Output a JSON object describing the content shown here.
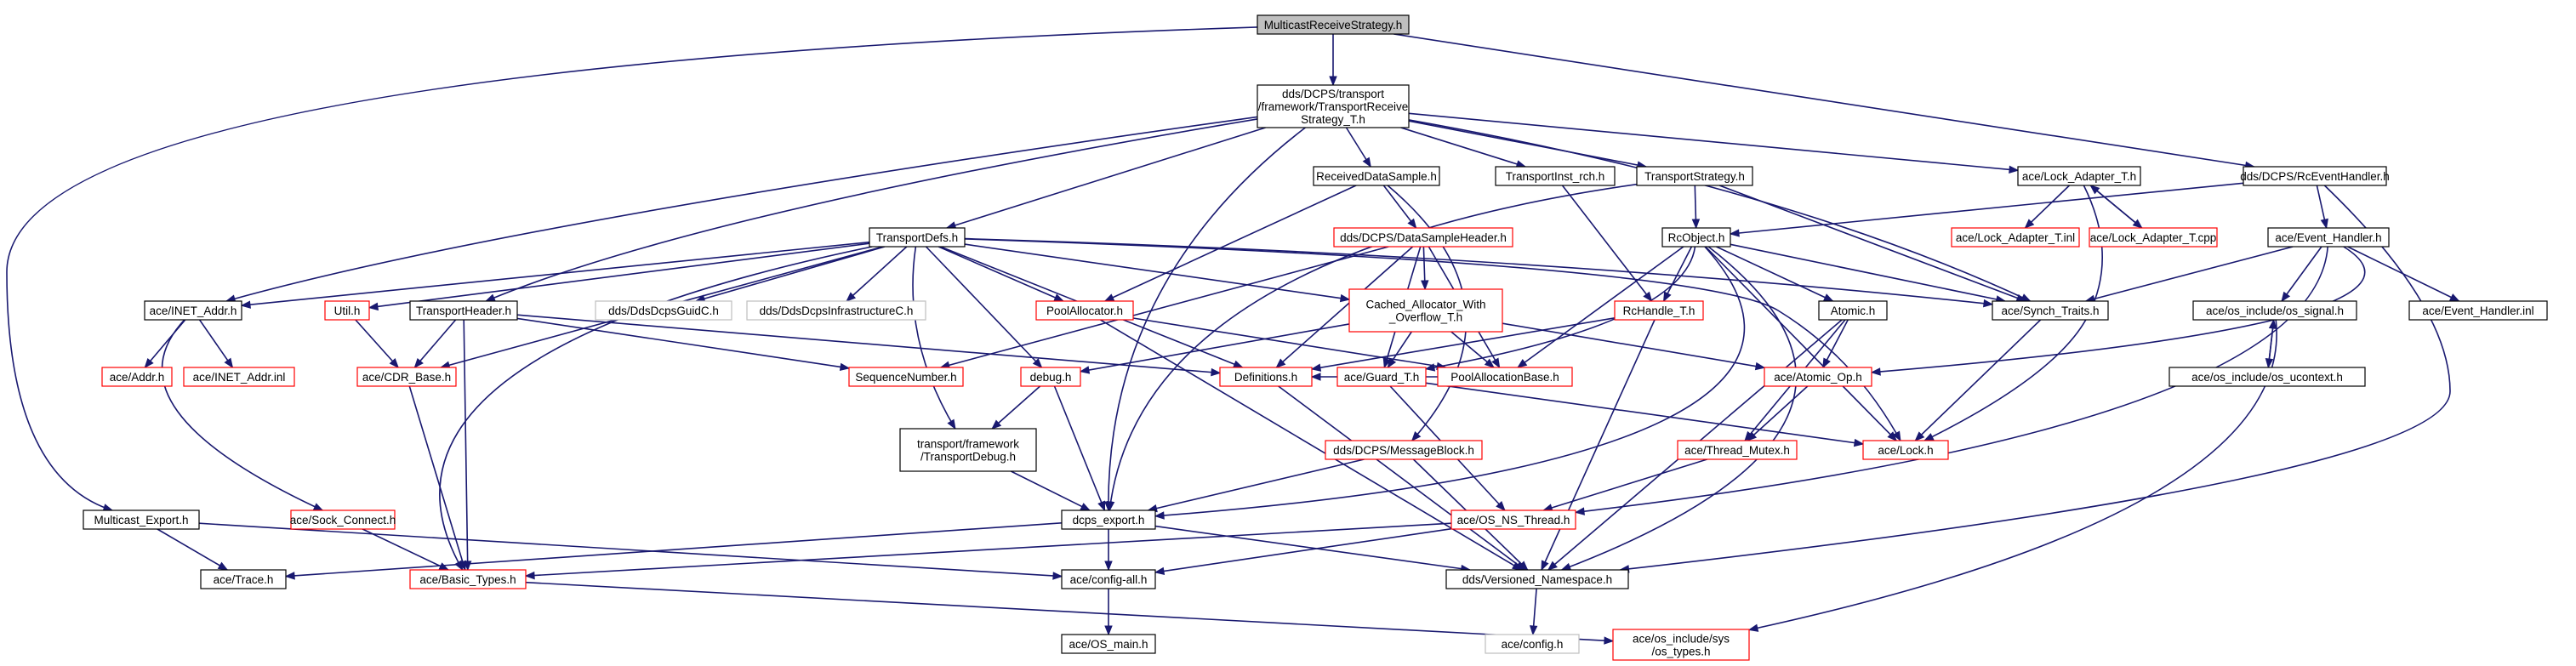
{
  "colors": {
    "edge": "#191970",
    "root_fill": "#bfbfbf",
    "complete_border": "#000000",
    "incomplete_border": "#ff0000",
    "external_border": "#bfbfbf"
  },
  "nodes": {
    "root": {
      "lines": [
        "MulticastReceiveStrategy.h"
      ],
      "kind": "root"
    },
    "trs_t": {
      "lines": [
        "dds/DCPS/transport",
        "/framework/TransportReceive",
        "Strategy_T.h"
      ],
      "kind": "black"
    },
    "rceventhandler": {
      "lines": [
        "dds/DCPS/RcEventHandler.h"
      ],
      "kind": "black"
    },
    "multicast_export": {
      "lines": [
        "Multicast_Export.h"
      ],
      "kind": "black"
    },
    "receiveddatasample": {
      "lines": [
        "ReceivedDataSample.h"
      ],
      "kind": "black"
    },
    "transportinst_rch": {
      "lines": [
        "TransportInst_rch.h"
      ],
      "kind": "black"
    },
    "transportstrategy": {
      "lines": [
        "TransportStrategy.h"
      ],
      "kind": "black"
    },
    "lock_adapter_t": {
      "lines": [
        "ace/Lock_Adapter_T.h"
      ],
      "kind": "black"
    },
    "transportdefs": {
      "lines": [
        "TransportDefs.h"
      ],
      "kind": "black"
    },
    "datasampleheader": {
      "lines": [
        "dds/DCPS/DataSampleHeader.h"
      ],
      "kind": "red"
    },
    "rcobject": {
      "lines": [
        "RcObject.h"
      ],
      "kind": "black"
    },
    "lock_adapter_inl": {
      "lines": [
        "ace/Lock_Adapter_T.inl"
      ],
      "kind": "red"
    },
    "lock_adapter_cpp": {
      "lines": [
        "ace/Lock_Adapter_T.cpp"
      ],
      "kind": "red"
    },
    "event_handler": {
      "lines": [
        "ace/Event_Handler.h"
      ],
      "kind": "black"
    },
    "inet_addr": {
      "lines": [
        "ace/INET_Addr.h"
      ],
      "kind": "black"
    },
    "util": {
      "lines": [
        "Util.h"
      ],
      "kind": "red"
    },
    "transportheader": {
      "lines": [
        "TransportHeader.h"
      ],
      "kind": "black"
    },
    "ddsdcpsguidc": {
      "lines": [
        "dds/DdsDcpsGuidC.h"
      ],
      "kind": "grey"
    },
    "ddsdcpsinfrac": {
      "lines": [
        "dds/DdsDcpsInfrastructureC.h"
      ],
      "kind": "grey"
    },
    "poolallocator": {
      "lines": [
        "PoolAllocator.h"
      ],
      "kind": "red"
    },
    "cached_allocator": {
      "lines": [
        "Cached_Allocator_With",
        "_Overflow_T.h"
      ],
      "kind": "red"
    },
    "rchandle_t": {
      "lines": [
        "RcHandle_T.h"
      ],
      "kind": "red"
    },
    "atomic": {
      "lines": [
        "Atomic.h"
      ],
      "kind": "black"
    },
    "synch_traits": {
      "lines": [
        "ace/Synch_Traits.h"
      ],
      "kind": "black"
    },
    "os_signal": {
      "lines": [
        "ace/os_include/os_signal.h"
      ],
      "kind": "black"
    },
    "event_handler_inl": {
      "lines": [
        "ace/Event_Handler.inl"
      ],
      "kind": "black"
    },
    "ace_addr": {
      "lines": [
        "ace/Addr.h"
      ],
      "kind": "red"
    },
    "inet_addr_inl": {
      "lines": [
        "ace/INET_Addr.inl"
      ],
      "kind": "red"
    },
    "cdr_base": {
      "lines": [
        "ace/CDR_Base.h"
      ],
      "kind": "red"
    },
    "sequencenumber": {
      "lines": [
        "SequenceNumber.h"
      ],
      "kind": "red"
    },
    "debug": {
      "lines": [
        "debug.h"
      ],
      "kind": "red"
    },
    "definitions": {
      "lines": [
        "Definitions.h"
      ],
      "kind": "red"
    },
    "guard_t": {
      "lines": [
        "ace/Guard_T.h"
      ],
      "kind": "red"
    },
    "poolallocationbase": {
      "lines": [
        "PoolAllocationBase.h"
      ],
      "kind": "red"
    },
    "atomic_op": {
      "lines": [
        "ace/Atomic_Op.h"
      ],
      "kind": "red"
    },
    "os_ucontext": {
      "lines": [
        "ace/os_include/os_ucontext.h"
      ],
      "kind": "black"
    },
    "transportdebug": {
      "lines": [
        "transport/framework",
        "/TransportDebug.h"
      ],
      "kind": "black"
    },
    "messageblock": {
      "lines": [
        "dds/DCPS/MessageBlock.h"
      ],
      "kind": "red"
    },
    "thread_mutex": {
      "lines": [
        "ace/Thread_Mutex.h"
      ],
      "kind": "red"
    },
    "ace_lock": {
      "lines": [
        "ace/Lock.h"
      ],
      "kind": "red"
    },
    "sock_connect": {
      "lines": [
        "ace/Sock_Connect.h"
      ],
      "kind": "red"
    },
    "dcps_export": {
      "lines": [
        "dcps_export.h"
      ],
      "kind": "black"
    },
    "os_ns_thread": {
      "lines": [
        "ace/OS_NS_Thread.h"
      ],
      "kind": "red"
    },
    "ace_trace": {
      "lines": [
        "ace/Trace.h"
      ],
      "kind": "black"
    },
    "basic_types": {
      "lines": [
        "ace/Basic_Types.h"
      ],
      "kind": "red"
    },
    "config_all": {
      "lines": [
        "ace/config-all.h"
      ],
      "kind": "black"
    },
    "versioned_ns": {
      "lines": [
        "dds/Versioned_Namespace.h"
      ],
      "kind": "black"
    },
    "os_main": {
      "lines": [
        "ace/OS_main.h"
      ],
      "kind": "black"
    },
    "ace_config": {
      "lines": [
        "ace/config.h"
      ],
      "kind": "grey"
    },
    "os_types": {
      "lines": [
        "ace/os_include/sys",
        "/os_types.h"
      ],
      "kind": "red"
    }
  }
}
